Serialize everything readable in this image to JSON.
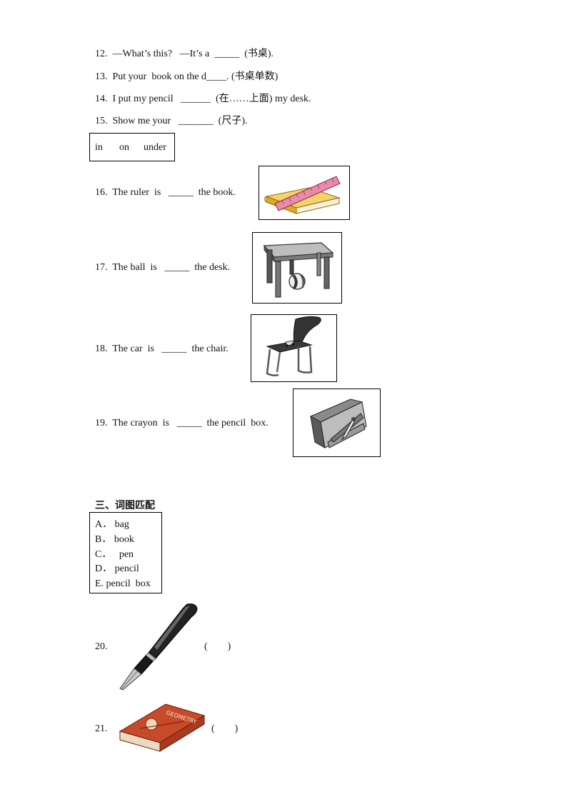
{
  "questions": [
    {
      "text": "12.  —What’s this?   —It’s a  _____  (书桌)."
    },
    {
      "text": "13.  Put your  book on the d____. (书桌单数)"
    },
    {
      "text": "14.  I put my pencil   ______  (在……上面) my desk."
    },
    {
      "text": "15.  Show me your   _______  (尺子)."
    }
  ],
  "word_box": [
    "in",
    "on",
    "under"
  ],
  "picture_questions": [
    {
      "text": "16.  The ruler  is   _____  the book.",
      "image": "ruler-on-book-image"
    },
    {
      "text": "17.  The ball  is   _____  the desk.",
      "image": "ball-under-desk-image"
    },
    {
      "text": "18.  The car  is   _____  the chair.",
      "image": "car-on-chair-image"
    },
    {
      "text": "19.  The crayon  is   _____  the pencil  box.",
      "image": "crayon-in-pencil-box-image"
    }
  ],
  "section3": {
    "heading": "三、词图匹配",
    "options": [
      "A． bag",
      "B． book",
      "C．   pen",
      "D． pencil",
      "E. pencil  box"
    ],
    "items": [
      {
        "number": "20.",
        "paren": "(        )",
        "image": "fountain-pen-image"
      },
      {
        "number": "21.",
        "paren": "(        )",
        "image": "red-book-image",
        "book_text": "GEOMETRY"
      }
    ]
  }
}
